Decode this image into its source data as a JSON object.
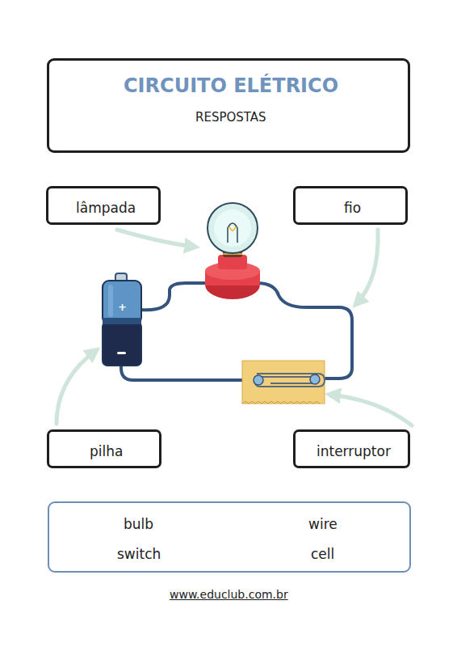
{
  "diagram": {
    "nodes": [
      {
        "text": [
          "CIRCUITO ELÉTRICO",
          "RESPOSTAS"
        ]
      },
      {
        "text": [
          "lâmpada"
        ]
      },
      {
        "text": [
          "fio"
        ]
      },
      {
        "text": [
          "pilha"
        ]
      },
      {
        "text": [
          "interruptor"
        ]
      },
      {
        "text": [
          "bulb",
          "wire",
          "switch",
          "cell"
        ]
      }
    ],
    "labels": [
      "+",
      "www.educlub.com.br"
    ]
  }
}
